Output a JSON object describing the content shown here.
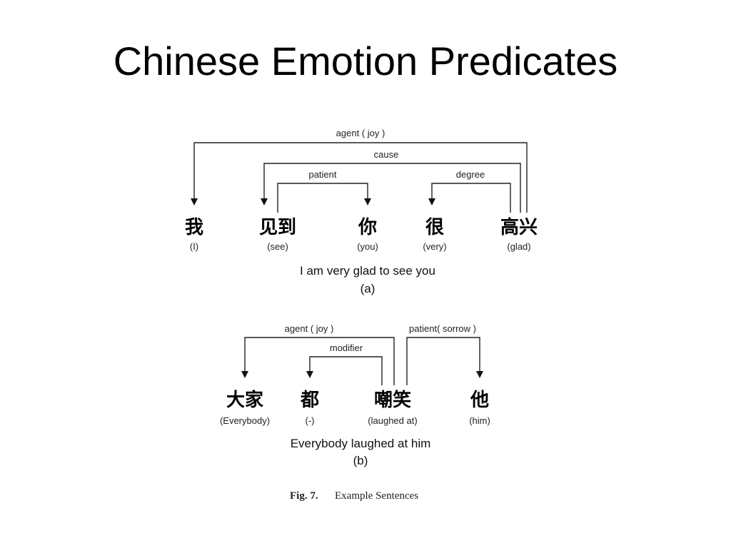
{
  "title": "Chinese Emotion Predicates",
  "figure": {
    "sentences": [
      {
        "id": "a",
        "words": [
          {
            "hanzi": "我",
            "gloss": "(I)"
          },
          {
            "hanzi": "见到",
            "gloss": "(see)"
          },
          {
            "hanzi": "你",
            "gloss": "(you)"
          },
          {
            "hanzi": "很",
            "gloss": "(very)"
          },
          {
            "hanzi": "高兴",
            "gloss": "(glad)"
          }
        ],
        "arcs": [
          {
            "label": "agent ( joy )",
            "from": 4,
            "to": 0
          },
          {
            "label": "cause",
            "from": 4,
            "to": 1
          },
          {
            "label": "patient",
            "from": 1,
            "to": 2
          },
          {
            "label": "degree",
            "from": 4,
            "to": 3
          }
        ],
        "translation": "I am very glad to see you",
        "label": "(a)"
      },
      {
        "id": "b",
        "words": [
          {
            "hanzi": "大家",
            "gloss": "(Everybody)"
          },
          {
            "hanzi": "都",
            "gloss": "(-)"
          },
          {
            "hanzi": "嘲笑",
            "gloss": "(laughed at)"
          },
          {
            "hanzi": "他",
            "gloss": "(him)"
          }
        ],
        "arcs": [
          {
            "label": "agent ( joy )",
            "from": 2,
            "to": 0
          },
          {
            "label": "modifier",
            "from": 2,
            "to": 1
          },
          {
            "label": "patient( sorrow )",
            "from": 2,
            "to": 3
          }
        ],
        "translation": "Everybody laughed at him",
        "label": "(b)"
      }
    ],
    "caption": {
      "prefix": "Fig. 7.",
      "text": "Example Sentences"
    }
  }
}
